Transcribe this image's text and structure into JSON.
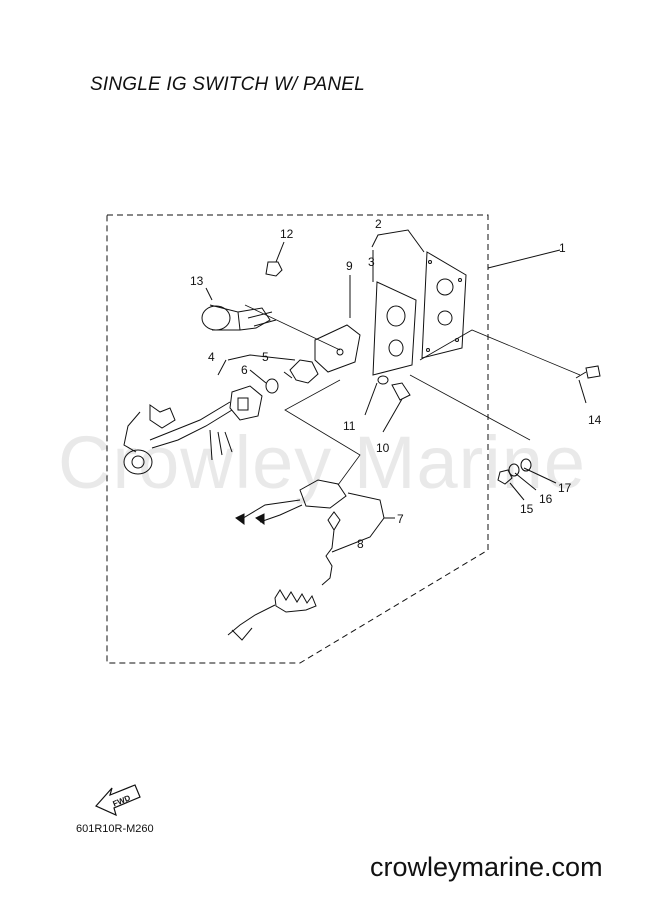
{
  "title": "SINGLE IG SWITCH W/ PANEL",
  "watermark": "Crowley Marine",
  "drawing_code": "601R10R-M260",
  "site_url": "crowleymarine.com",
  "fwd_label": "FWD",
  "callouts": [
    "1",
    "2",
    "3",
    "4",
    "5",
    "6",
    "7",
    "8",
    "9",
    "10",
    "11",
    "12",
    "13",
    "14",
    "15",
    "16",
    "17"
  ]
}
